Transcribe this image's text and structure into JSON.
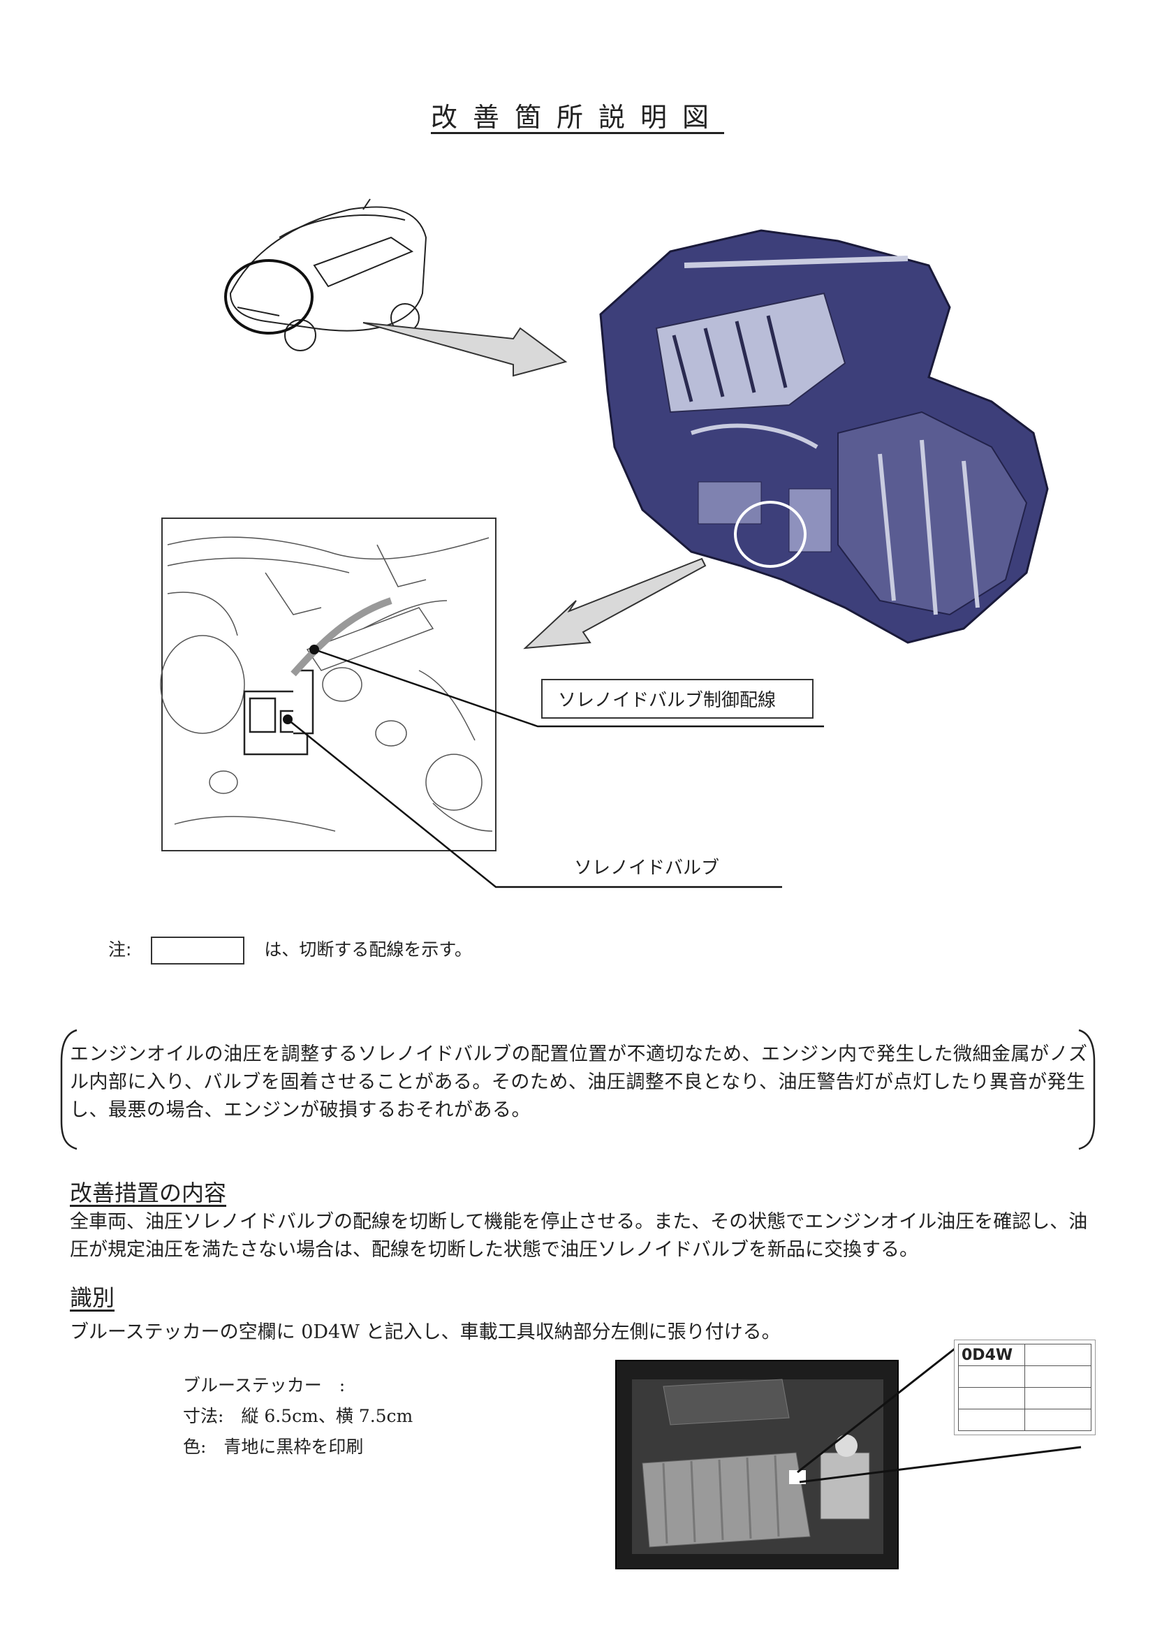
{
  "title": "改善箇所説明図",
  "callouts": {
    "wiring_label": "ソレノイドバルブ制御配線",
    "valve_label": "ソレノイドバルブ"
  },
  "note": {
    "prefix": "注:",
    "suffix": "は、切断する配線を示す。"
  },
  "defect_description": "エンジンオイルの油圧を調整するソレノイドバルブの配置位置が不適切なため、エンジン内で発生した微細金属がノズル内部に入り、バルブを固着させることがある。そのため、油圧調整不良となり、油圧警告灯が点灯したり異音が発生し、最悪の場合、エンジンが破損するおそれがある。",
  "remedy": {
    "heading": "改善措置の内容",
    "text": "全車両、油圧ソレノイドバルブの配線を切断して機能を停止させる。また、その状態でエンジンオイル油圧を確認し、油圧が規定油圧を満たさない場合は、配線を切断した状態で油圧ソレノイドバルブを新品に交換する。"
  },
  "identification": {
    "heading": "識別",
    "text": "ブルーステッカーの空欄に 0D4W と記入し、車載工具収納部分左側に張り付ける。",
    "sticker_title": "ブルーステッカー　:",
    "sticker_size": "寸法:　縦 6.5cm、横 7.5cm",
    "sticker_color": "色:　青地に黒枠を印刷",
    "sticker_code": "0D4W"
  },
  "colors": {
    "engine": "#3d3f7a",
    "engine_highlight": "#b9bdd8",
    "arrow_fill": "#d4d4d4"
  }
}
